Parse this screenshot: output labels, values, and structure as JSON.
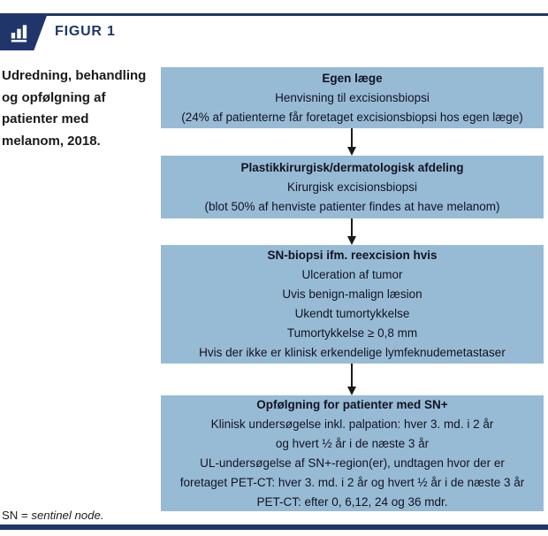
{
  "header": {
    "figure_label": "FIGUR 1",
    "icon": "bar-chart-icon"
  },
  "caption": "Udredning, behandling\nog opfølgning af\npatienter med\nmelanom, 2018.",
  "flowchart": {
    "boxes": [
      {
        "title": "Egen læge",
        "lines": [
          "Henvisning til excisionsbiopsi",
          "(24% af patienterne får foretaget excisionsbiopsi hos egen læge)"
        ]
      },
      {
        "title": "Plastikkirurgisk/dermatologisk afdeling",
        "lines": [
          "Kirurgisk excisionsbiopsi",
          "(blot 50% af henviste patienter findes at have melanom)"
        ]
      },
      {
        "title": "SN-biopsi ifm. reexcision hvis",
        "lines": [
          "Ulceration af tumor",
          "Uvis benign-malign læsion",
          "Ukendt tumortykkelse",
          "Tumortykkelse ≥ 0,8 mm",
          "Hvis der ikke er klinisk erkendelige lymfeknudemetastaser"
        ]
      },
      {
        "title": "Opfølgning for patienter med SN+",
        "lines": [
          "Klinisk undersøgelse inkl. palpation: hver 3. md. i 2 år",
          "og hvert ½ år i de næste 3 år",
          "UL-undersøgelse af SN+-region(er), undtagen hvor der er",
          "foretaget PET-CT: hver 3. md. i 2 år og hvert ½ år i de næste 3 år",
          "PET-CT: efter 0, 6,12, 24 og 36 mdr."
        ]
      }
    ]
  },
  "footnote": {
    "prefix": "SN = ",
    "term": "sentinel node."
  },
  "colors": {
    "navy": "#20366a",
    "box_blue": "#97bbd5",
    "text": "#131321"
  }
}
